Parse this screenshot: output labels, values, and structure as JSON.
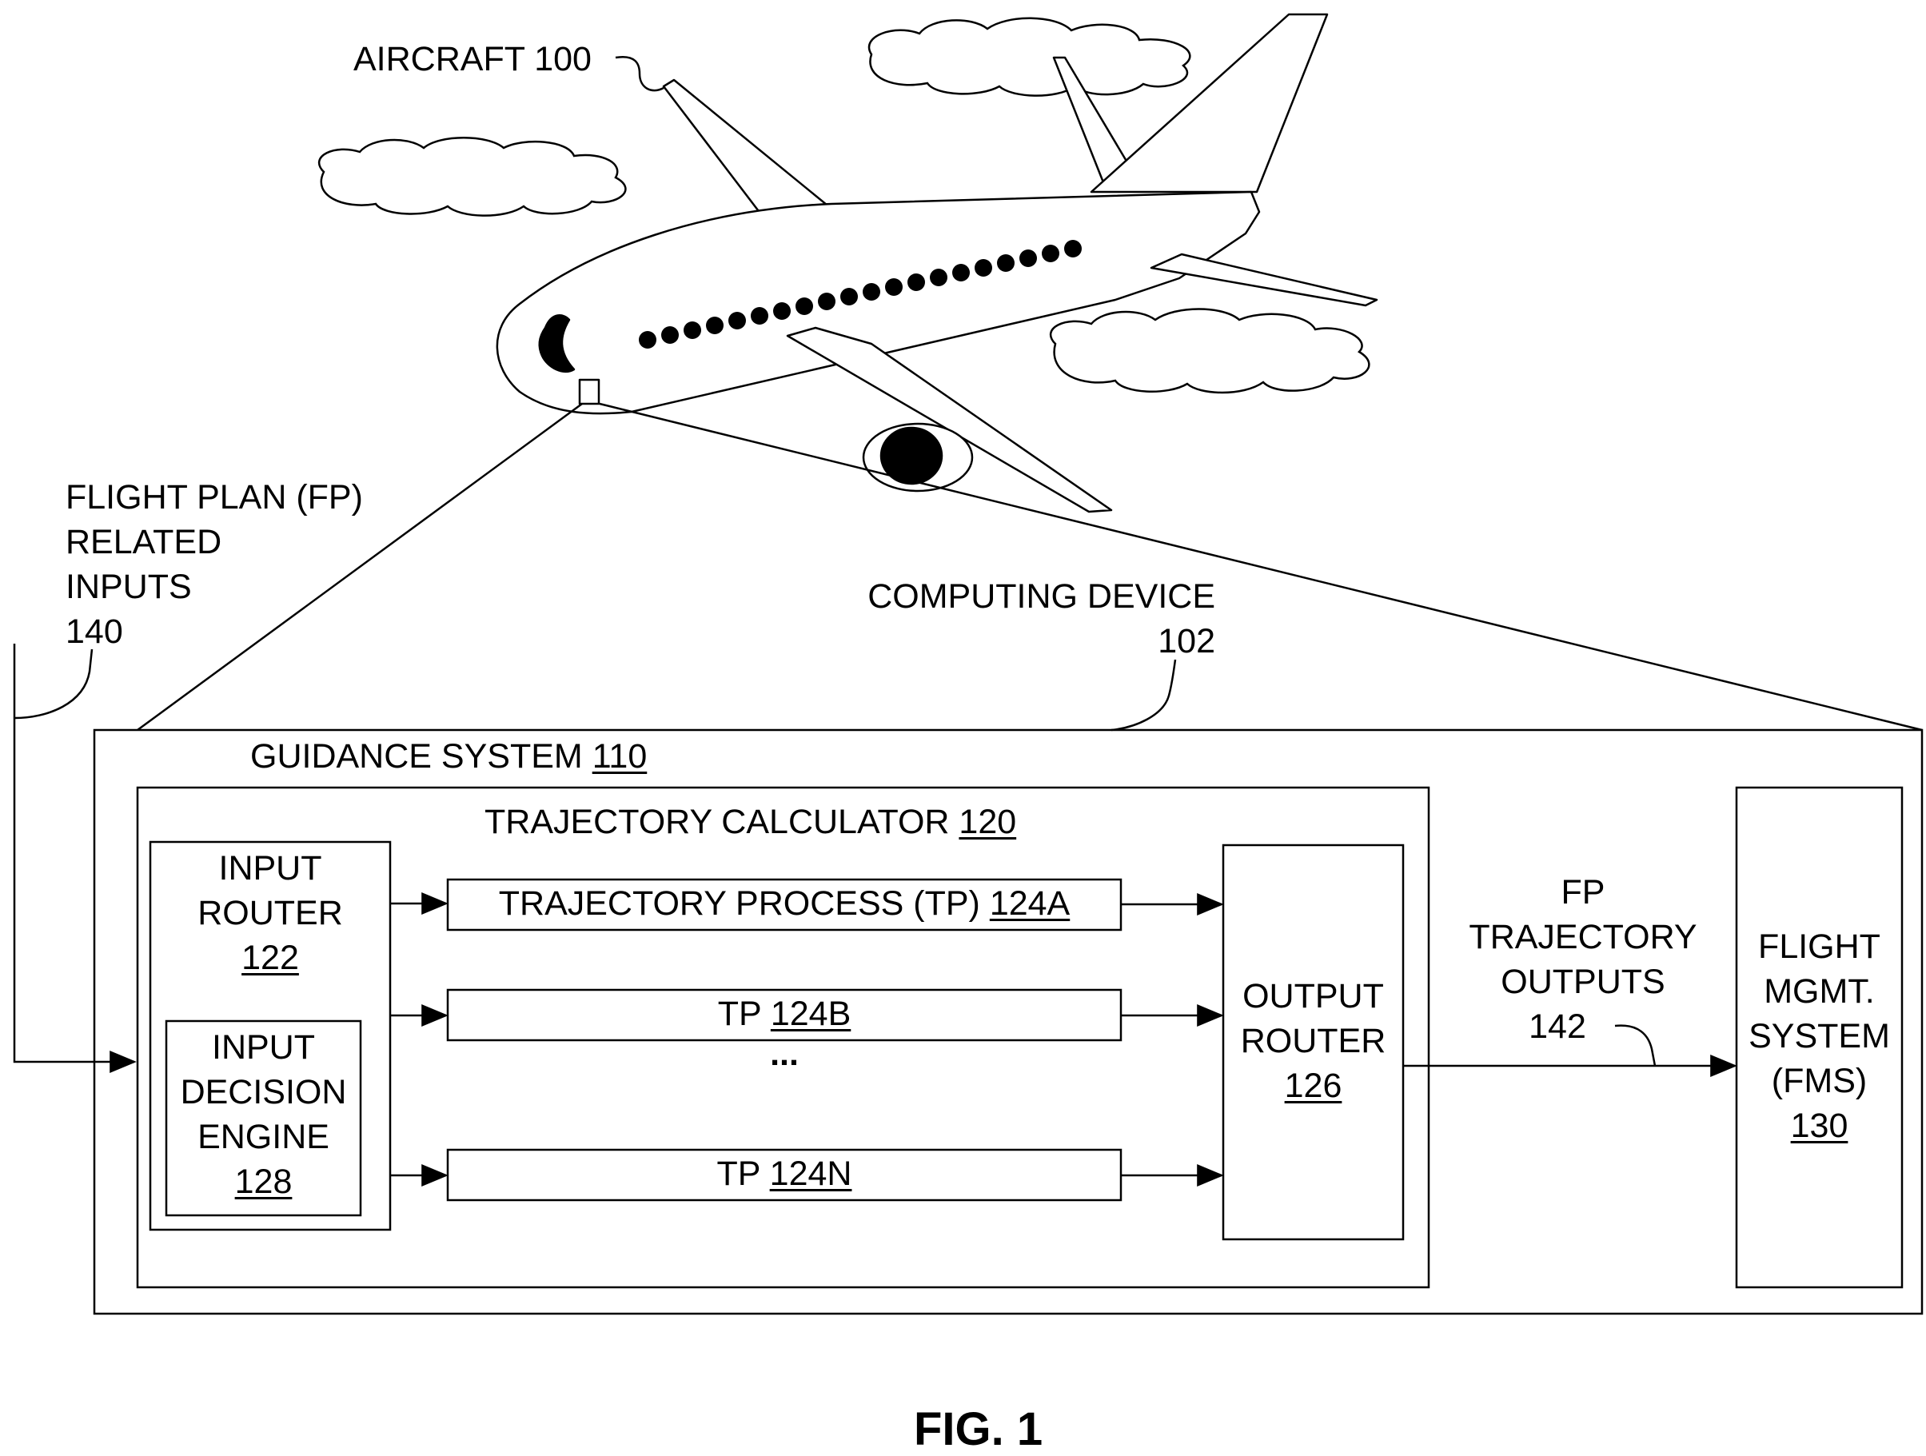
{
  "figure_label": "FIG. 1",
  "aircraft": {
    "name": "AIRCRAFT",
    "ref": "100"
  },
  "fp_inputs": {
    "line1": "FLIGHT PLAN (FP)",
    "line2": "RELATED",
    "line3": "INPUTS",
    "ref": "140"
  },
  "computing_device": {
    "name": "COMPUTING DEVICE",
    "ref": "102"
  },
  "guidance_system": {
    "name": "GUIDANCE SYSTEM",
    "ref": "110"
  },
  "trajectory_calculator": {
    "name": "TRAJECTORY CALCULATOR",
    "ref": "120"
  },
  "input_router": {
    "line1": "INPUT",
    "line2": "ROUTER",
    "ref": "122"
  },
  "input_decision_engine": {
    "line1": "INPUT",
    "line2": "DECISION",
    "line3": "ENGINE",
    "ref": "128"
  },
  "tp_a": {
    "name": "TRAJECTORY PROCESS (TP)",
    "ref": "124A"
  },
  "tp_b": {
    "name": "TP",
    "ref": "124B"
  },
  "tp_ellipsis": "...",
  "tp_n": {
    "name": "TP",
    "ref": "124N"
  },
  "output_router": {
    "line1": "OUTPUT",
    "line2": "ROUTER",
    "ref": "126"
  },
  "fp_outputs": {
    "line1": "FP",
    "line2": "TRAJECTORY",
    "line3": "OUTPUTS",
    "ref": "142"
  },
  "fms": {
    "line1": "FLIGHT",
    "line2": "MGMT.",
    "line3": "SYSTEM",
    "line4": "(FMS)",
    "ref": "130"
  }
}
